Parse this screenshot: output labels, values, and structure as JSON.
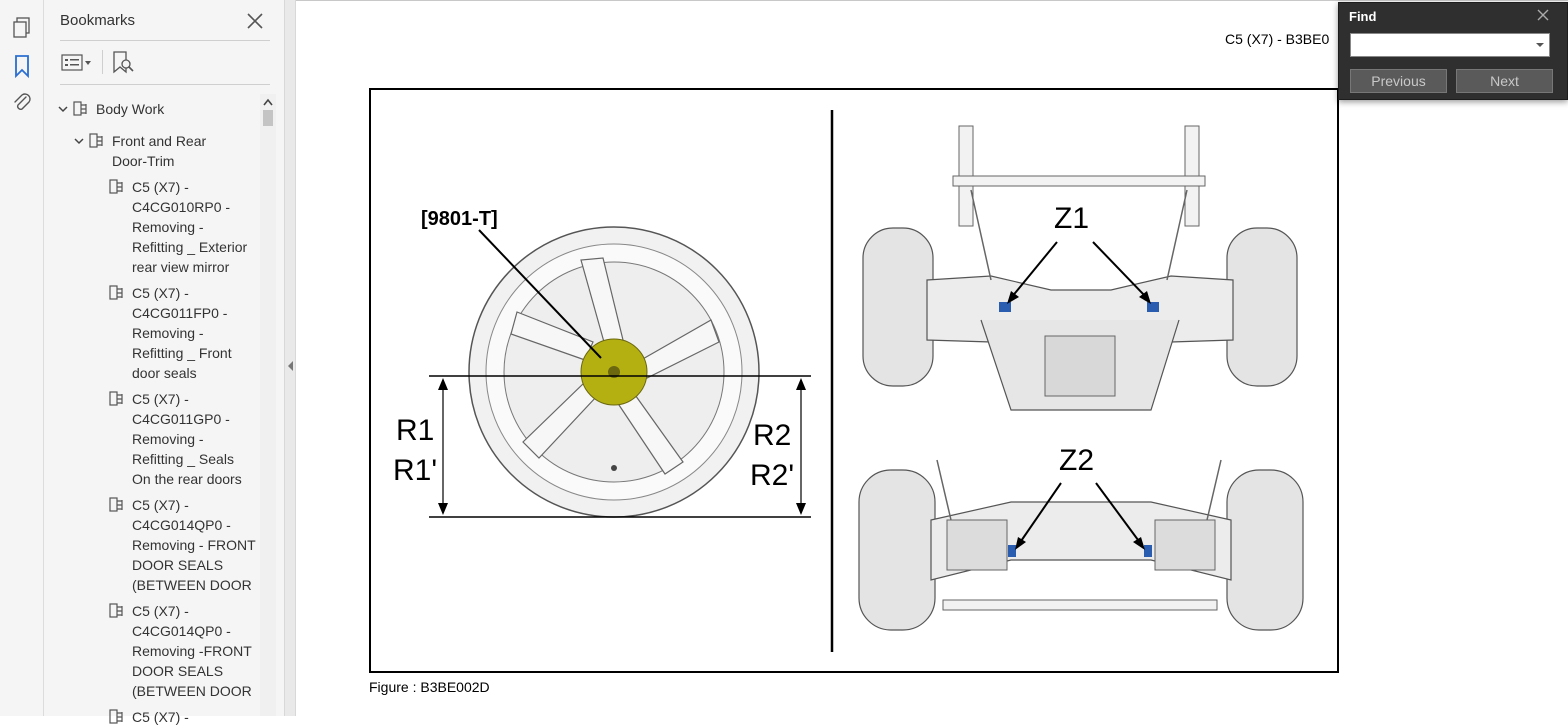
{
  "sidebar": {
    "title": "Bookmarks",
    "tree": [
      {
        "label": "Body Work",
        "expanded": true
      },
      {
        "label": "Front and Rear\nDoor-Trim",
        "expanded": true
      },
      {
        "label": "C5 (X7) -\nC4CG010RP0 -\nRemoving -\nRefitting _ Exterior\nrear view mirror"
      },
      {
        "label": "C5 (X7) -\nC4CG011FP0 -\nRemoving -\nRefitting _ Front\ndoor seals"
      },
      {
        "label": "C5 (X7) -\nC4CG011GP0 -\nRemoving -\nRefitting _ Seals\nOn the rear doors"
      },
      {
        "label": "C5 (X7) -\nC4CG014QP0 -\nRemoving - FRONT\nDOOR SEALS\n(BETWEEN DOOR"
      },
      {
        "label": "C5 (X7) -\nC4CG014QP0 -\nRemoving -FRONT\nDOOR SEALS\n(BETWEEN DOOR"
      },
      {
        "label": "C5 (X7) -"
      }
    ]
  },
  "document": {
    "header": "C5 (X7) - B3BE0",
    "figure": {
      "tool_label": "[9801-T]",
      "r1": "R1",
      "r1p": "R1'",
      "r2": "R2",
      "r2p": "R2'",
      "z1": "Z1",
      "z2": "Z2",
      "accent_color": "#b5b012",
      "marker_color": "#2a5db0"
    },
    "caption": "Figure : B3BE002D"
  },
  "find": {
    "title": "Find",
    "value": "",
    "previous": "Previous",
    "next": "Next"
  }
}
